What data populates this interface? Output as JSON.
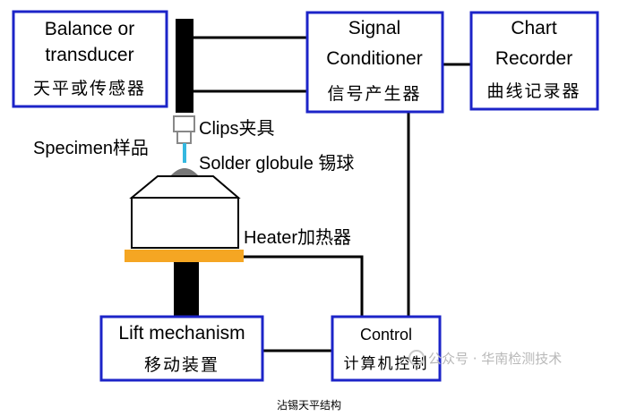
{
  "boxes": {
    "balance": {
      "line1": "Balance or",
      "line2": "transducer",
      "zh": "天平或传感器"
    },
    "signal": {
      "line1": "Signal",
      "line2": "Conditioner",
      "zh": "信号产生器"
    },
    "chart": {
      "line1": "Chart",
      "line2": "Recorder",
      "zh": "曲线记录器"
    },
    "lift": {
      "line1": "Lift mechanism",
      "zh": "移动装置"
    },
    "control": {
      "line1": "Control",
      "zh": "计算机控制"
    }
  },
  "labels": {
    "clips": "Clips夹具",
    "specimen": "Specimen样品",
    "solder": "Solder globule 锡球",
    "heater": "Heater加热器"
  },
  "watermark": "公众号 · 华南检测技术",
  "caption": "沾锡天平结构",
  "colors": {
    "box_border": "#1c24c8",
    "heater": "#f5a623",
    "specimen": "#35b8e0",
    "globule": "#777777",
    "lines": "#000000"
  }
}
